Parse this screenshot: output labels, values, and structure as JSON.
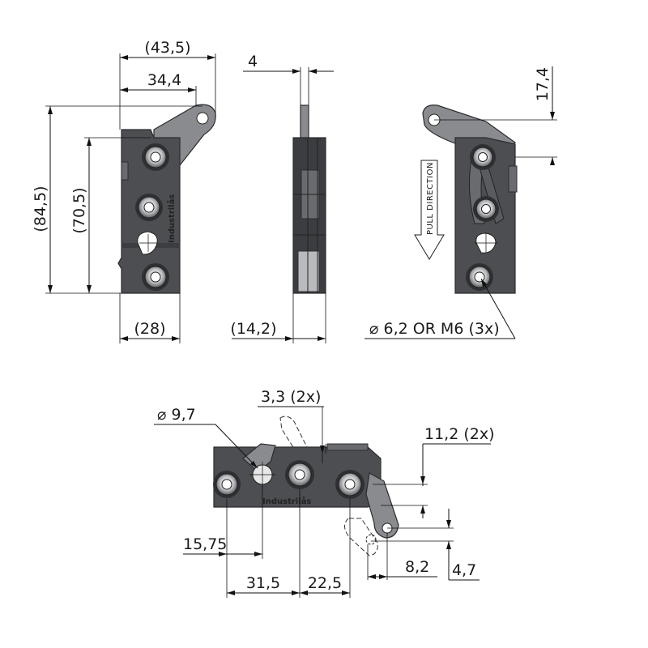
{
  "views": {
    "front": {
      "dims": {
        "total_width": "(43,5)",
        "width_to_pivot": "34,4",
        "total_height": "(84,5)",
        "mounting_height": "(70,5)",
        "body_width": "(28)"
      },
      "brand": "Industrilås"
    },
    "side": {
      "dims": {
        "thickness": "4",
        "depth": "(14,2)"
      }
    },
    "back": {
      "dims": {
        "lever_offset": "17,4",
        "hole_spec": "⌀ 6,2 OR M6 (3x)"
      },
      "pull_direction": "PULL DIRECTION"
    },
    "bottom": {
      "dims": {
        "bore": "⌀ 9,7",
        "slot": "3,3 (2x)",
        "lever_offset": "11,2 (2x)",
        "offset_a": "15,75",
        "spacing_a": "31,5",
        "spacing_b": "22,5",
        "offset_b": "8,2",
        "offset_c": "4,7"
      },
      "brand": "Industrilås"
    }
  },
  "colors": {
    "housing": "#4d4e52",
    "housing_dark": "#3c3d40",
    "lever": "#8a8b8f",
    "bushing": "#b9babd",
    "line": "#111111"
  }
}
